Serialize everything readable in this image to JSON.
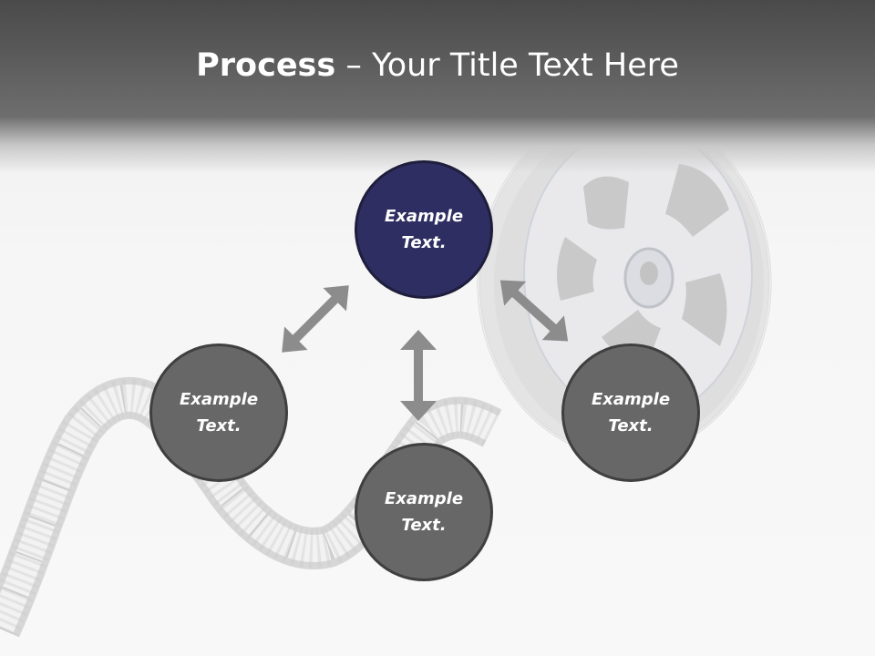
{
  "title": {
    "bold": "Process",
    "dash": " – ",
    "rest": "Your Title Text Here"
  },
  "nodes": {
    "top": {
      "line1": "Example",
      "line2": "Text."
    },
    "left": {
      "line1": "Example",
      "line2": "Text."
    },
    "right": {
      "line1": "Example",
      "line2": "Text."
    },
    "bottom": {
      "line1": "Example",
      "line2": "Text."
    }
  },
  "colors": {
    "header": "#4a4a4a",
    "accent_node": "#2f2e62",
    "node": "#676767",
    "arrow": "#8c8c8c"
  }
}
